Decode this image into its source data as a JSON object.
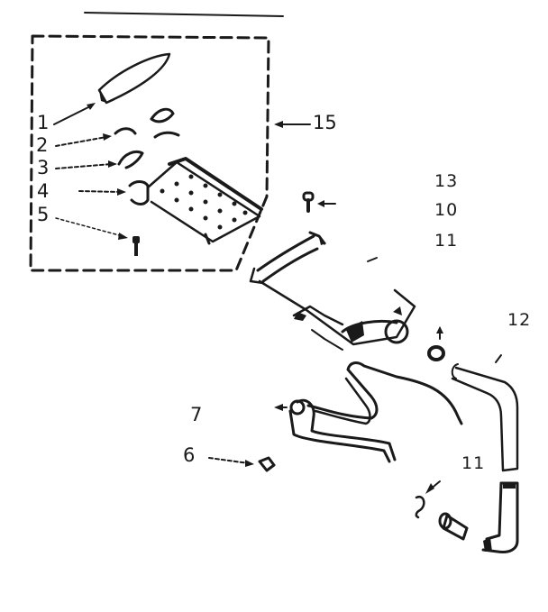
{
  "labels": {
    "l1": "1",
    "l2": "2",
    "l3": "3",
    "l4": "4",
    "l5": "5",
    "l6": "6",
    "l7": "7",
    "l10": "10",
    "l11a": "11",
    "l11b": "11",
    "l12": "12",
    "l13": "13",
    "l15": "15"
  }
}
